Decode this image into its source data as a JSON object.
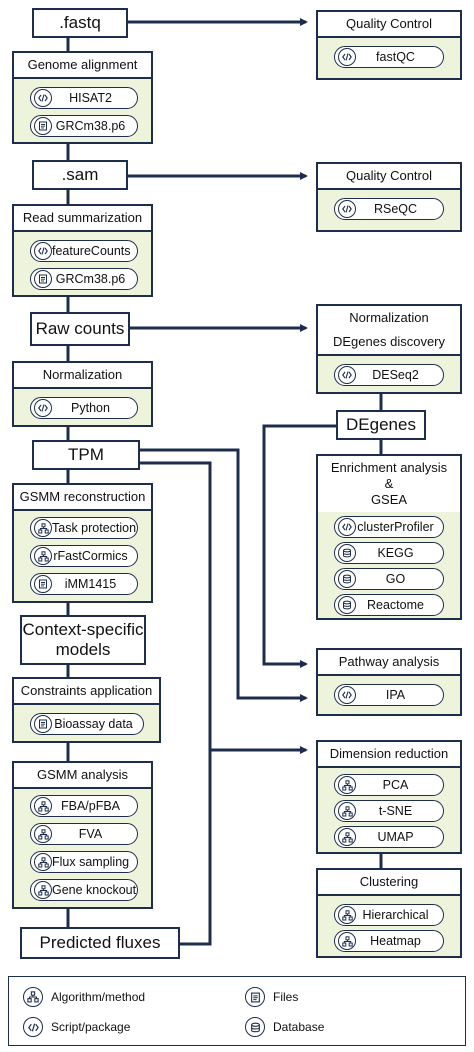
{
  "left": {
    "fastq": ".fastq",
    "genome_alignment": {
      "title": "Genome alignment",
      "items": [
        "HISAT2",
        "GRCm38.p6"
      ]
    },
    "sam": ".sam",
    "read_summarization": {
      "title": "Read summarization",
      "items": [
        "featureCounts",
        "GRCm38.p6"
      ]
    },
    "raw_counts": "Raw counts",
    "normalization": {
      "title": "Normalization",
      "items": [
        "Python"
      ]
    },
    "tpm": "TPM",
    "gsmm_reconstruction": {
      "title": "GSMM reconstruction",
      "items": [
        "Task protection",
        "rFastCormics",
        "iMM1415"
      ]
    },
    "context_models": [
      "Context-specific",
      "models"
    ],
    "constraints": {
      "title": "Constraints application",
      "items": [
        "Bioassay data"
      ]
    },
    "gsmm_analysis": {
      "title": "GSMM analysis",
      "items": [
        "FBA/pFBA",
        "FVA",
        "Flux sampling",
        "Gene knockout"
      ]
    },
    "predicted_fluxes": "Predicted fluxes"
  },
  "right": {
    "qc1": {
      "title": "Quality Control",
      "items": [
        "fastQC"
      ]
    },
    "qc2": {
      "title": "Quality Control",
      "items": [
        "RSeQC"
      ]
    },
    "norm_de": {
      "title1": "Normalization",
      "title2": "DEgenes discovery",
      "items": [
        "DESeq2"
      ]
    },
    "degenes": "DEgenes",
    "enrichment": {
      "title": [
        "Enrichment analysis",
        "&",
        "GSEA"
      ],
      "items": [
        "clusterProfiler",
        "KEGG",
        "GO",
        "Reactome"
      ]
    },
    "pathway": {
      "title": "Pathway analysis",
      "items": [
        "IPA"
      ]
    },
    "dimred": {
      "title": "Dimension reduction",
      "items": [
        "PCA",
        "t-SNE",
        "UMAP"
      ]
    },
    "clustering": {
      "title": "Clustering",
      "items": [
        "Hierarchical",
        "Heatmap"
      ]
    }
  },
  "legend": {
    "algorithm": "Algorithm/method",
    "script": "Script/package",
    "files": "Files",
    "database": "Database"
  },
  "icons": {
    "script": "script-icon",
    "file": "file-icon",
    "algorithm": "algorithm-icon",
    "database": "database-icon"
  }
}
